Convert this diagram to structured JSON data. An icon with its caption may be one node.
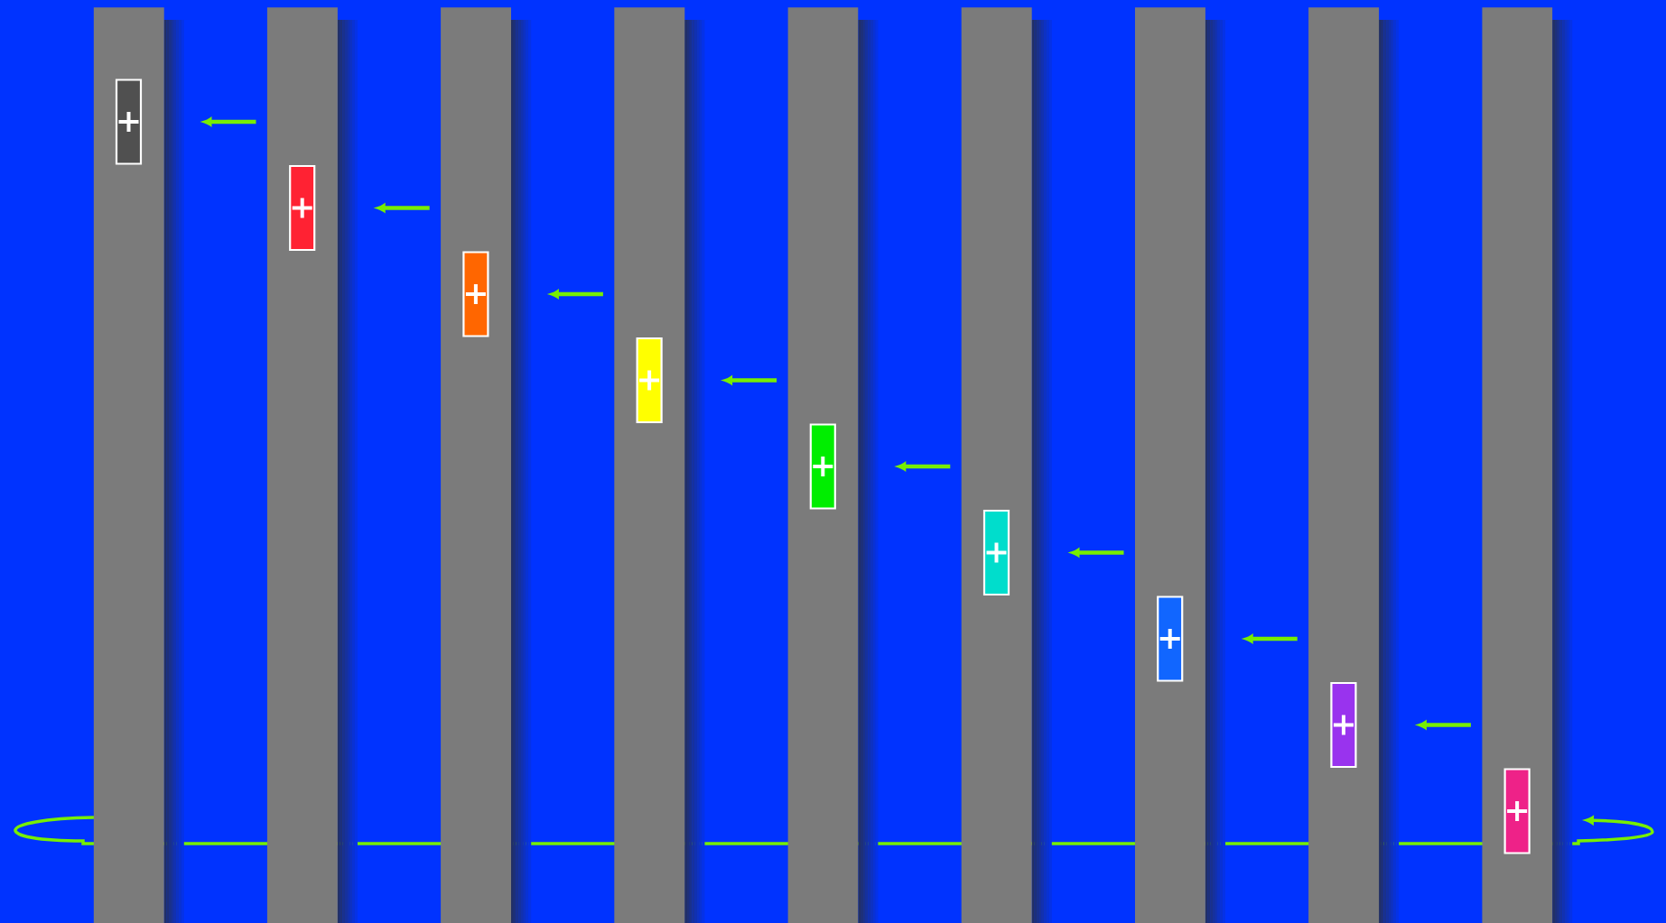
{
  "diagram": {
    "nodes": [
      {
        "text": [],
        "shape": "bar"
      },
      {
        "text": [],
        "shape": "bar"
      },
      {
        "text": [],
        "shape": "bar"
      },
      {
        "text": [],
        "shape": "bar"
      },
      {
        "text": [],
        "shape": "bar"
      },
      {
        "text": [],
        "shape": "bar"
      },
      {
        "text": [],
        "shape": "bar"
      },
      {
        "text": [],
        "shape": "bar"
      },
      {
        "text": [],
        "shape": "bar"
      },
      {
        "text": [],
        "shape": "box",
        "in": 0
      },
      {
        "text": [],
        "shape": "box",
        "in": 1
      },
      {
        "text": [],
        "shape": "box",
        "in": 2
      },
      {
        "text": [],
        "shape": "box",
        "in": 3
      },
      {
        "text": [],
        "shape": "box",
        "in": 4
      },
      {
        "text": [],
        "shape": "box",
        "in": 5
      },
      {
        "text": [],
        "shape": "box",
        "in": 6
      },
      {
        "text": [],
        "shape": "box",
        "in": 7
      },
      {
        "text": [],
        "shape": "box",
        "in": 8
      }
    ]
  }
}
